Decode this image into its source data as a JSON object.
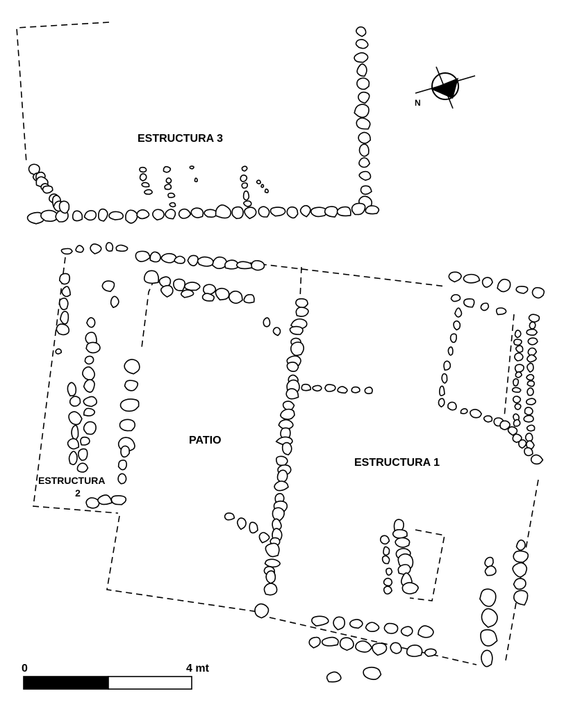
{
  "labels": {
    "estructura_3": "ESTRUCTURA 3",
    "estructura_1": "ESTRUCTURA 1",
    "estructura_2_line1": "ESTRUCTURA",
    "estructura_2_line2": "2",
    "patio": "PATIO"
  },
  "north_arrow": {
    "letter": "N"
  },
  "scale_bar": {
    "start_label": "0",
    "end_label": "4 mt"
  }
}
